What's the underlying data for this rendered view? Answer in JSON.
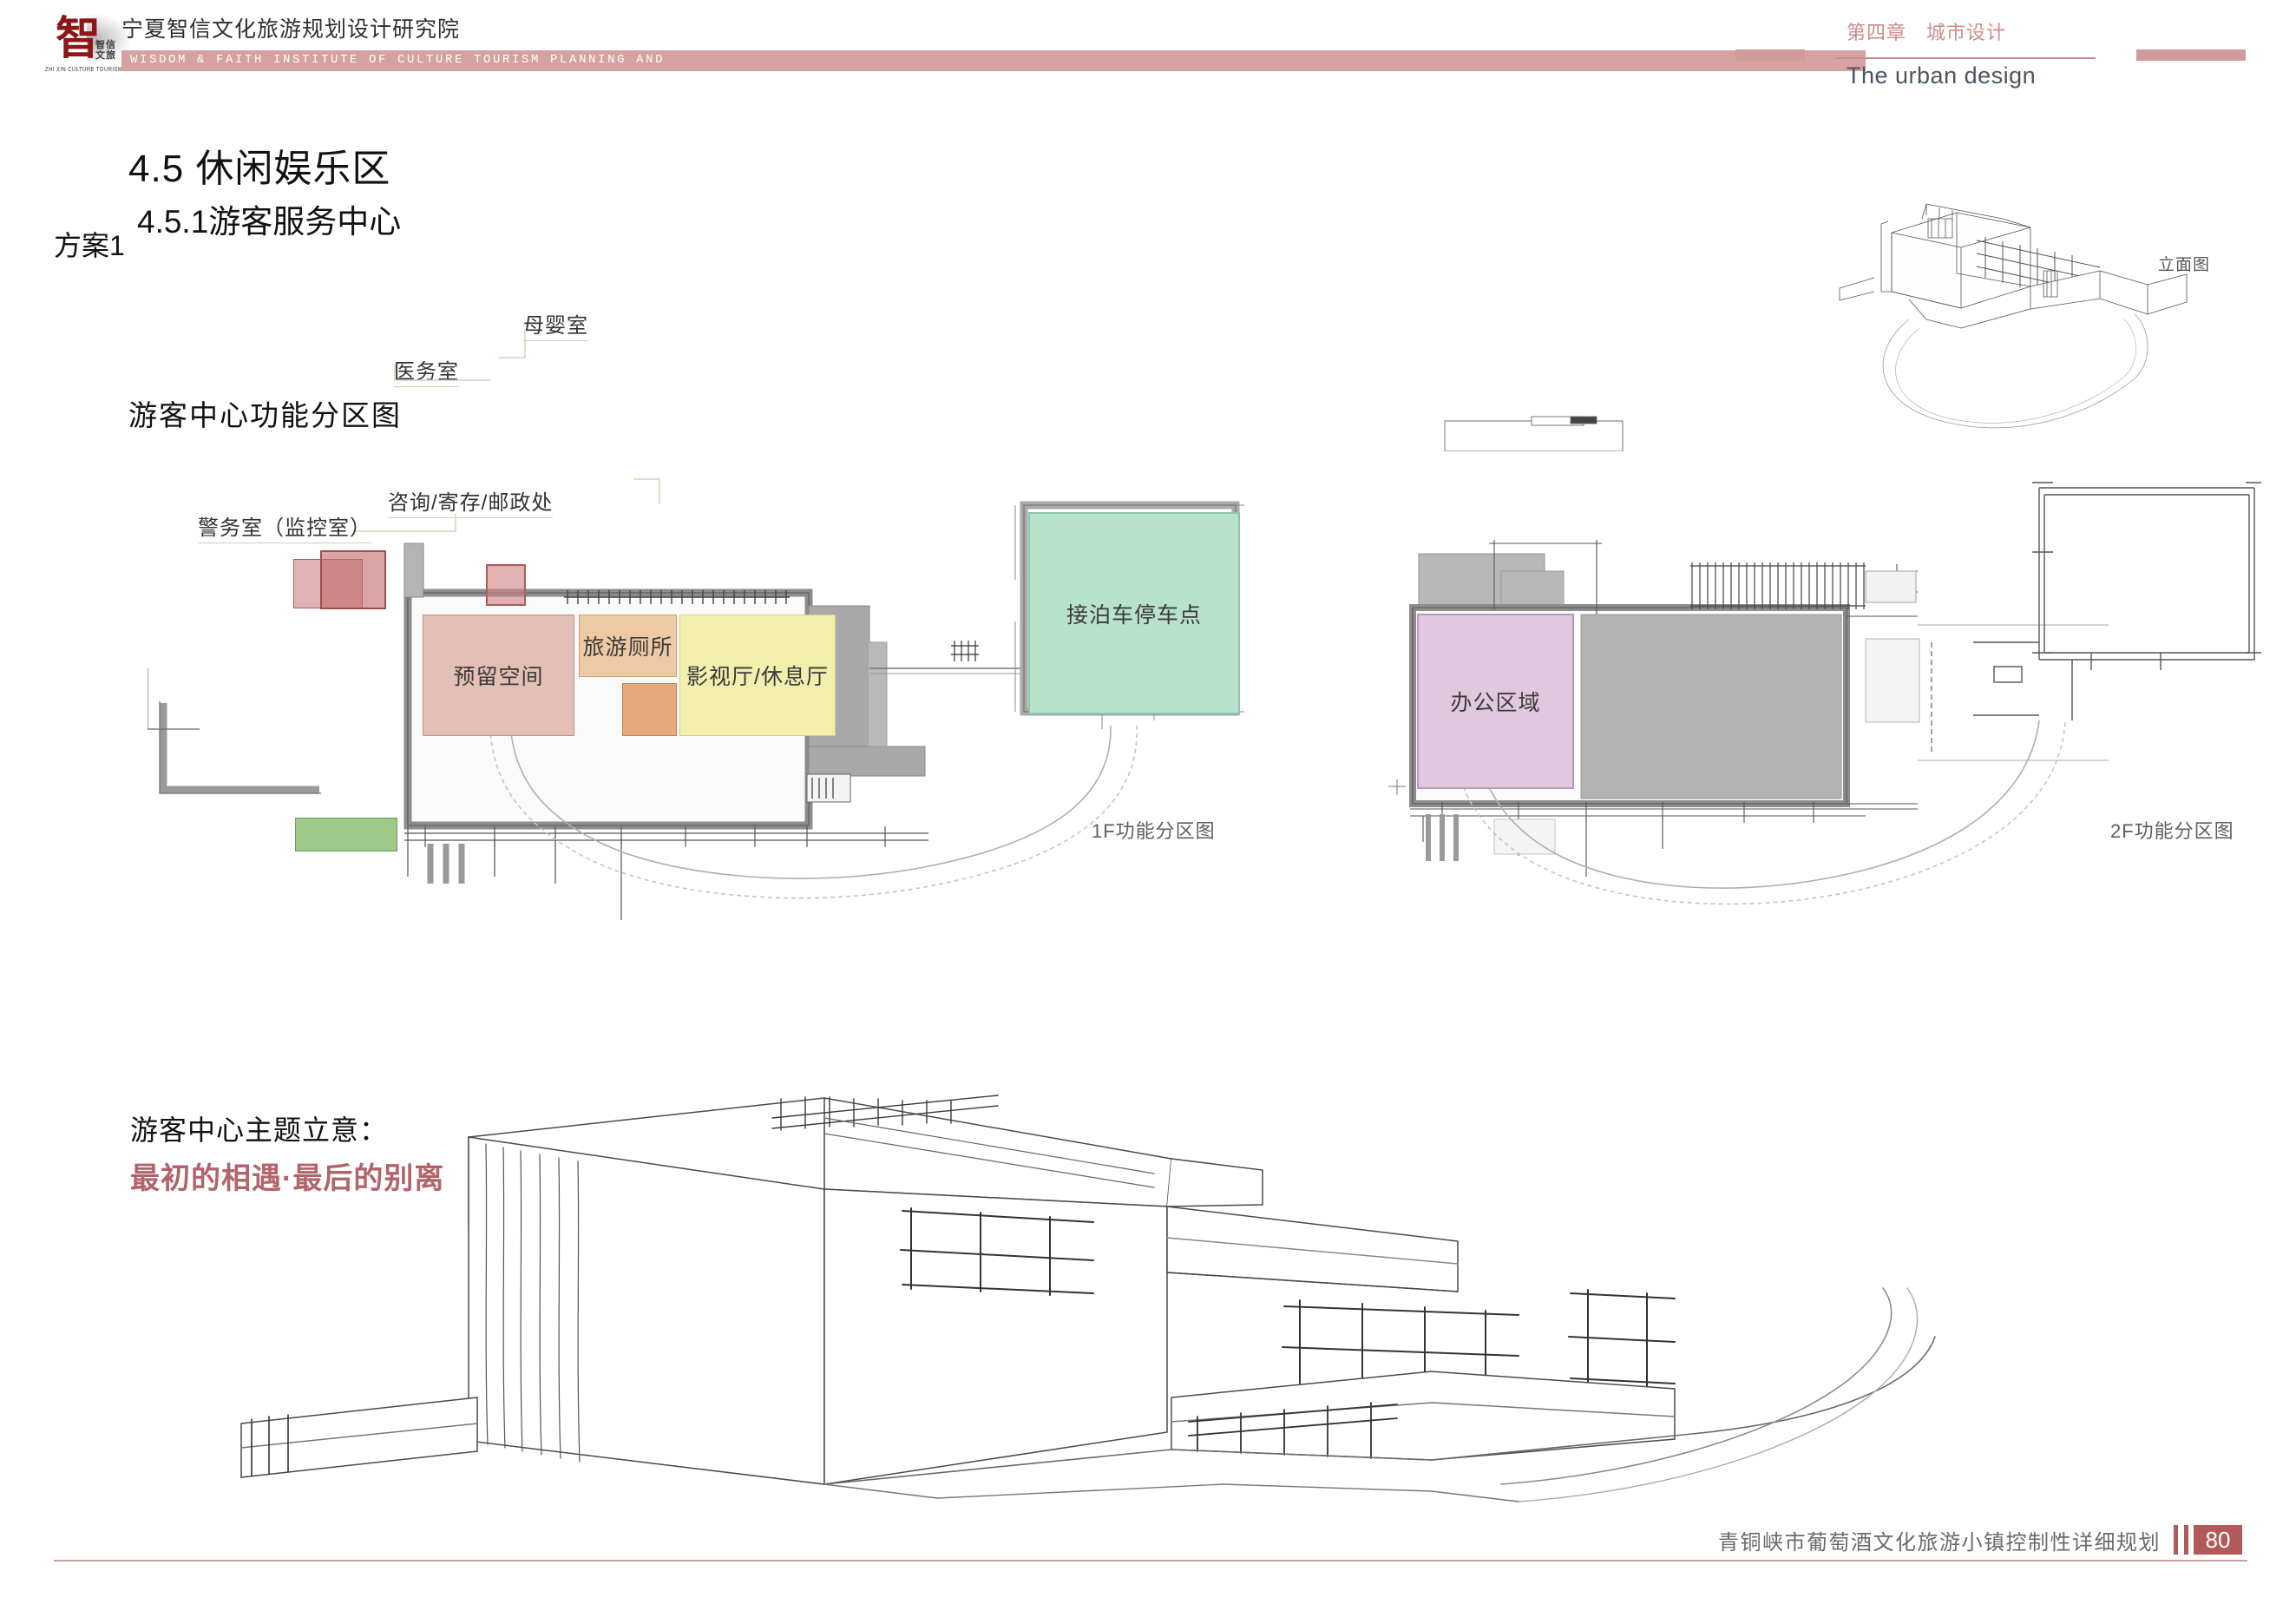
{
  "header": {
    "logo": {
      "seal_glyph": "智",
      "brand_cn_small": "智信\n文旅",
      "brand_en_small": "ZHI XIN CULTURE TOURISM"
    },
    "org_name_cn": "宁夏智信文化旅游规划设计研究院",
    "org_name_en": "WISDOM & FAITH INSTITUTE OF CULTURE TOURISM PLANNING AND",
    "chapter_cn": "第四章　城市设计",
    "chapter_en": "The urban design"
  },
  "titles": {
    "main": "4.5 休闲娱乐区",
    "sub": "4.5.1游客服务中心",
    "scheme": "方案1",
    "section": "游客中心功能分区图"
  },
  "theme": {
    "label": "游客中心主题立意：",
    "value": "最初的相遇·最后的别离"
  },
  "plan_1f": {
    "caption": "1F功能分区图",
    "zones": [
      {
        "name": "预留空间",
        "color": "#e3bfb6"
      },
      {
        "name": "旅游厕所",
        "color": "#eecaa4"
      },
      {
        "name": "影视厅/休息厅",
        "color": "#f2eeae"
      },
      {
        "name": "接泊车停车点",
        "color": "#b9e2cd"
      }
    ],
    "unlabeled_zones": [
      {
        "name": "service-block-orange",
        "color": "#e5ab7e"
      },
      {
        "name": "police-room-green",
        "color": "#9ec98a"
      },
      {
        "name": "clinic-red",
        "color": "#cf8b8b"
      },
      {
        "name": "nursery-red",
        "color": "#cf8b8b"
      }
    ],
    "callouts": [
      {
        "name": "母婴室"
      },
      {
        "name": "医务室"
      },
      {
        "name": "咨询/寄存/邮政处"
      },
      {
        "name": "警务室（监控室）"
      }
    ]
  },
  "plan_2f": {
    "caption": "2F功能分区图",
    "zones": [
      {
        "name": "办公区域",
        "color": "#e2c8de"
      }
    ]
  },
  "elevation": {
    "caption": "立面图"
  },
  "footer": {
    "project": "青铜峡市葡萄酒文化旅游小镇控制性详细规划",
    "page": "80"
  },
  "colors": {
    "brand_pink": "#d6a1a1",
    "brand_rose": "#b1646a",
    "footer_red": "#b25a5a",
    "chapter_pink": "#d08b8b"
  }
}
